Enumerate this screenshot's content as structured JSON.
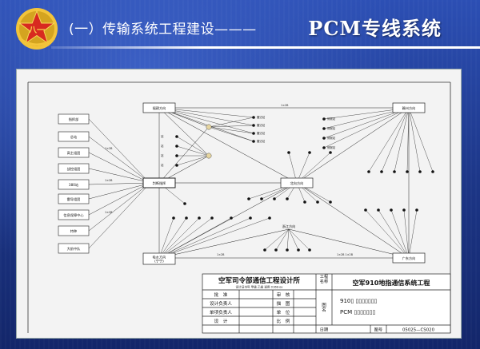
{
  "header": {
    "section_title": "(一）传输系统工程建设———",
    "slide_title": "PCM专线系统",
    "emblem_char": "八一"
  },
  "diagram": {
    "hubs": {
      "fujian": "福建方向",
      "jiangxi": "赣州方向",
      "main": "判断指挥",
      "south": "北向方向",
      "west": "吸水方向\n(宁宁)",
      "guangdong": "广东方向"
    },
    "left_units": [
      "指挥部",
      "总站",
      "高主组团",
      "战控组团",
      "380站",
      "雷导组团",
      "信息保障中心",
      "特种"
    ],
    "left_bottom": "大前中队",
    "center_bottom": "浙江方向",
    "link_label": "1×2B",
    "double_label": "1×2B 1×2B"
  },
  "title_block": {
    "org_name": "空军司令部通信工程设计所",
    "org_sub": "设计证书号 甲级  乙级  适用 0168-oy",
    "project_label": "工程\n名称",
    "project_name": "空军910地指通信系统工程",
    "rows": [
      {
        "a": "批　准",
        "b": "审　核"
      },
      {
        "a": "设计负责人",
        "b": "描　图"
      },
      {
        "a": "单项负责人",
        "b": "单　位"
      },
      {
        "a": "设　计",
        "b": "比　例"
      }
    ],
    "drawing_label": "图\n名",
    "drawing_name_1": "910▯ ▯▯▯▯▯▯▯",
    "drawing_name_2": "PCM ▯▯▯▯▯▯▯",
    "date_label": "日期",
    "number_label": "图号",
    "number_value": "05025—CS020"
  }
}
